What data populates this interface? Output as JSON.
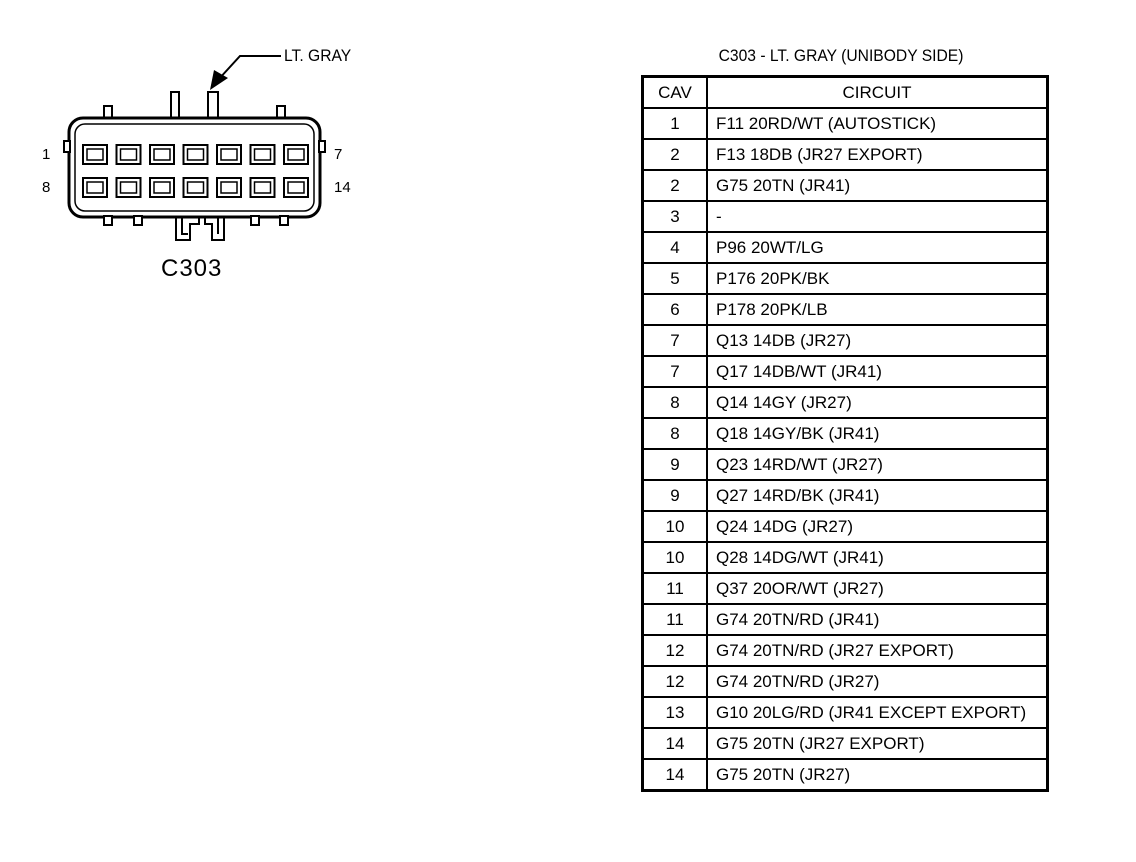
{
  "connector": {
    "color_label": "LT. GRAY",
    "name": "C303",
    "pin_labels": {
      "top_left": "1",
      "top_right": "7",
      "bottom_left": "8",
      "bottom_right": "14"
    }
  },
  "table": {
    "title": "C303 - LT. GRAY (UNIBODY SIDE)",
    "headers": {
      "cav": "CAV",
      "circuit": "CIRCUIT"
    },
    "rows": [
      {
        "cav": "1",
        "circuit": "F11  20RD/WT  (AUTOSTICK)"
      },
      {
        "cav": "2",
        "circuit": "F13  18DB  (JR27  EXPORT)"
      },
      {
        "cav": "2",
        "circuit": "G75  20TN  (JR41)"
      },
      {
        "cav": "3",
        "circuit": "-"
      },
      {
        "cav": "4",
        "circuit": "P96  20WT/LG"
      },
      {
        "cav": "5",
        "circuit": "P176  20PK/BK"
      },
      {
        "cav": "6",
        "circuit": "P178  20PK/LB"
      },
      {
        "cav": "7",
        "circuit": "Q13  14DB  (JR27)"
      },
      {
        "cav": "7",
        "circuit": "Q17  14DB/WT  (JR41)"
      },
      {
        "cav": "8",
        "circuit": "Q14  14GY  (JR27)"
      },
      {
        "cav": "8",
        "circuit": "Q18  14GY/BK  (JR41)"
      },
      {
        "cav": "9",
        "circuit": "Q23  14RD/WT  (JR27)"
      },
      {
        "cav": "9",
        "circuit": "Q27  14RD/BK  (JR41)"
      },
      {
        "cav": "10",
        "circuit": "Q24  14DG  (JR27)"
      },
      {
        "cav": "10",
        "circuit": "Q28  14DG/WT  (JR41)"
      },
      {
        "cav": "11",
        "circuit": "Q37  20OR/WT  (JR27)"
      },
      {
        "cav": "11",
        "circuit": "G74  20TN/RD  (JR41)"
      },
      {
        "cav": "12",
        "circuit": "G74  20TN/RD  (JR27  EXPORT)"
      },
      {
        "cav": "12",
        "circuit": "G74  20TN/RD  (JR27)"
      },
      {
        "cav": "13",
        "circuit": "G10  20LG/RD  (JR41  EXCEPT  EXPORT)"
      },
      {
        "cav": "14",
        "circuit": "G75  20TN  (JR27  EXPORT)"
      },
      {
        "cav": "14",
        "circuit": "G75  20TN  (JR27)"
      }
    ]
  }
}
